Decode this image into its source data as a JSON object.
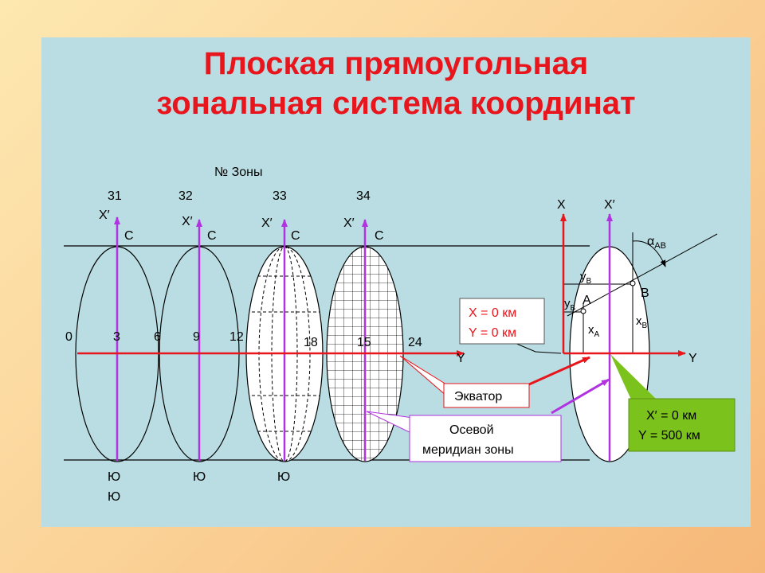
{
  "slide": {
    "title_line1": "Плоская прямоугольная",
    "title_line2": "зональная система координат",
    "zone_header": "№ Зоны",
    "zones": [
      "31",
      "32",
      "33",
      "34"
    ],
    "axis_xprime": "X′",
    "axis_x": "X",
    "axis_y": "Y",
    "north": "С",
    "south": "Ю",
    "degrees": [
      "0",
      "3",
      "6",
      "9",
      "12",
      "18",
      "15",
      "24"
    ],
    "label_alpha": "α",
    "label_alpha_sub": "AB",
    "point_a": "A",
    "point_b": "B",
    "label_yb": "у",
    "label_yb_sub": "B",
    "label_xa": "x",
    "label_xa_sub": "A",
    "label_xb": "x",
    "label_xb_sub": "B",
    "origin_box_line1": "X = 0 км",
    "origin_box_line2": "Y = 0 км",
    "equator_box": "Экватор",
    "meridian_box_line1": "Осевой",
    "meridian_box_line2": "меридиан зоны",
    "false_origin_line1": "X′ = 0 км",
    "false_origin_line2": "Y = 500 км"
  },
  "colors": {
    "background": "#b9dde2",
    "title": "#e8151c",
    "equator": "#e8151c",
    "meridian": "#b032e0",
    "green_box": "#7cc21c"
  }
}
